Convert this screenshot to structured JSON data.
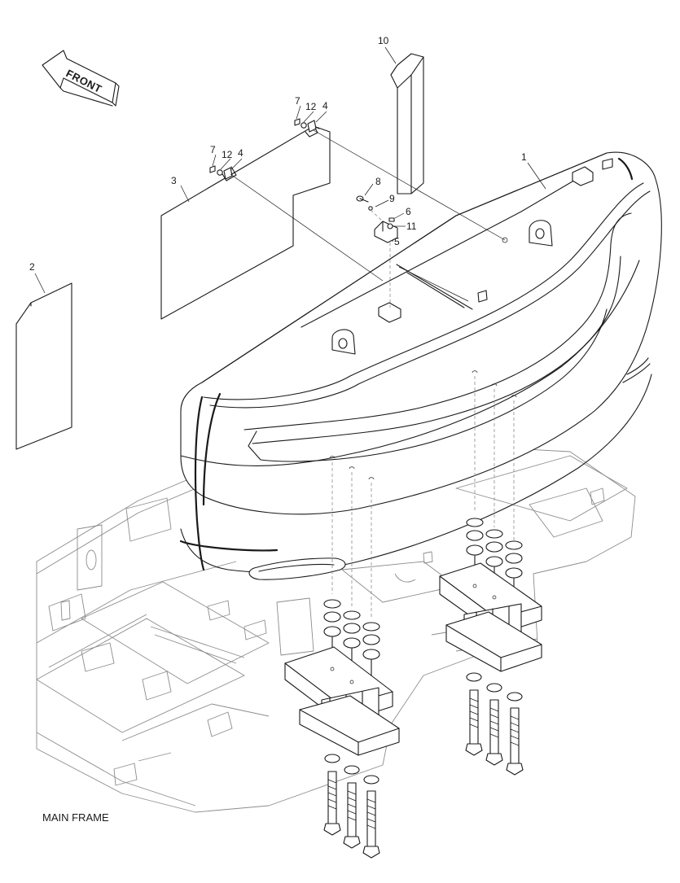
{
  "diagram": {
    "orientation_label": "FRONT",
    "frame_label": "MAIN FRAME",
    "callouts": [
      "1",
      "2",
      "3",
      "4",
      "4",
      "5",
      "6",
      "7",
      "7",
      "8",
      "9",
      "10",
      "11",
      "12",
      "12"
    ]
  }
}
